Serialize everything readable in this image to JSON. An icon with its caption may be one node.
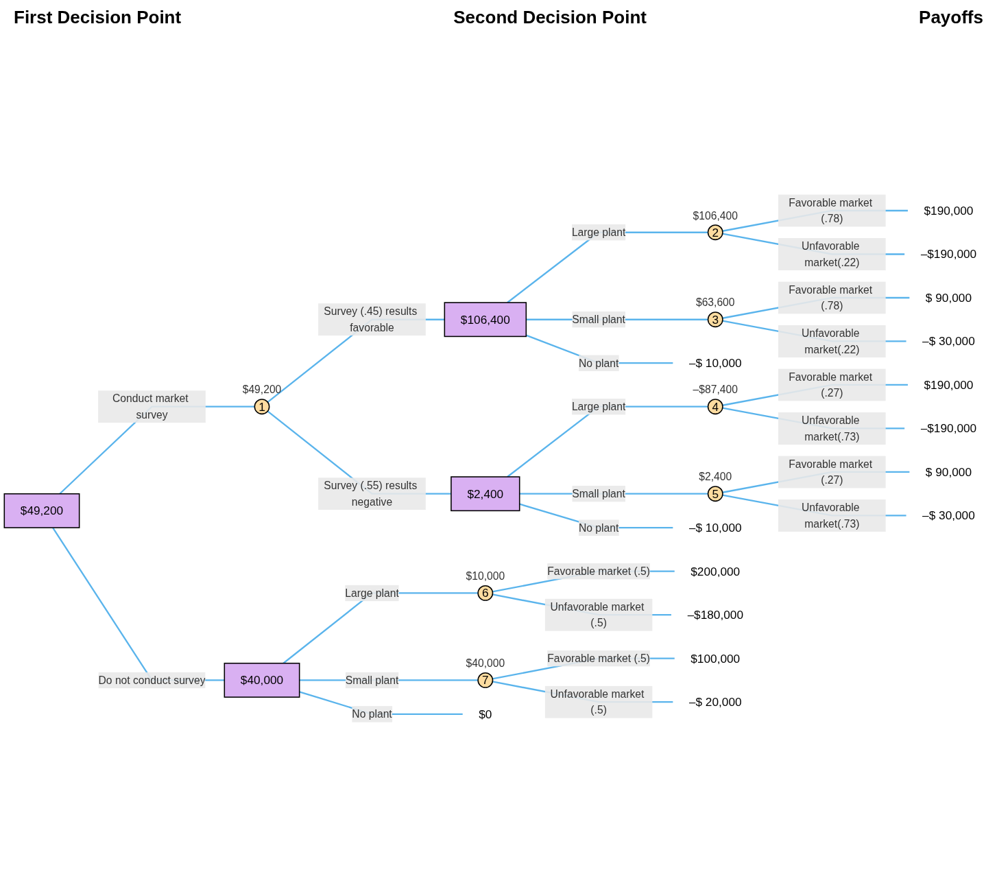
{
  "diagram": {
    "nodes": [
      {
        "text": [
          "$49,200"
        ]
      },
      {
        "text": [
          "1"
        ],
        "beside": [
          "$49,200"
        ]
      },
      {
        "text": [
          "$106,400"
        ]
      },
      {
        "text": [
          "$2,400"
        ]
      },
      {
        "text": [
          "$40,000"
        ]
      },
      {
        "text": [
          "2"
        ],
        "beside": [
          "$106,400"
        ]
      },
      {
        "text": [
          "3"
        ],
        "beside": [
          "$63,600"
        ]
      },
      {
        "text": [
          "4"
        ],
        "beside": [
          "–$87,400"
        ]
      },
      {
        "text": [
          "5"
        ],
        "beside": [
          "$2,400"
        ]
      },
      {
        "text": [
          "6"
        ],
        "beside": [
          "$10,000"
        ]
      },
      {
        "text": [
          "7"
        ],
        "beside": [
          "$40,000"
        ]
      },
      {
        "text": [
          "$190,000"
        ]
      },
      {
        "text": [
          "–$190,000"
        ]
      },
      {
        "text": [
          "$ 90,000"
        ]
      },
      {
        "text": [
          "–$ 30,000"
        ]
      },
      {
        "text": [
          "–$ 10,000"
        ]
      },
      {
        "text": [
          "$190,000"
        ]
      },
      {
        "text": [
          "–$190,000"
        ]
      },
      {
        "text": [
          "$ 90,000"
        ]
      },
      {
        "text": [
          "–$ 30,000"
        ]
      },
      {
        "text": [
          "–$ 10,000"
        ]
      },
      {
        "text": [
          "$200,000"
        ]
      },
      {
        "text": [
          "–$180,000"
        ]
      },
      {
        "text": [
          "$100,000"
        ]
      },
      {
        "text": [
          "–$ 20,000"
        ]
      },
      {
        "text": [
          "$0"
        ]
      }
    ],
    "edges": [
      {
        "from": 0,
        "to": 1,
        "arrow": "none",
        "label": "Conduct market survey"
      },
      {
        "from": 0,
        "to": 4,
        "arrow": "none",
        "label": "Do not conduct survey"
      },
      {
        "from": 1,
        "to": 2,
        "arrow": "none",
        "label": "Survey (.45) results favorable"
      },
      {
        "from": 1,
        "to": 3,
        "arrow": "none",
        "label": "Survey (.55) results negative"
      },
      {
        "from": 2,
        "to": 5,
        "arrow": "none",
        "label": "Large plant"
      },
      {
        "from": 2,
        "to": 6,
        "arrow": "none",
        "label": "Small plant"
      },
      {
        "from": 2,
        "to": 15,
        "arrow": "none",
        "label": "No plant"
      },
      {
        "from": 5,
        "to": 11,
        "arrow": "none",
        "label": "Favorable market (.78)"
      },
      {
        "from": 5,
        "to": 12,
        "arrow": "none",
        "label": "Unfavorable market(.22)"
      },
      {
        "from": 6,
        "to": 13,
        "arrow": "none",
        "label": "Favorable market (.78)"
      },
      {
        "from": 6,
        "to": 14,
        "arrow": "none",
        "label": "Unfavorable market(.22)"
      },
      {
        "from": 3,
        "to": 7,
        "arrow": "none",
        "label": "Large plant"
      },
      {
        "from": 3,
        "to": 8,
        "arrow": "none",
        "label": "Small plant"
      },
      {
        "from": 3,
        "to": 20,
        "arrow": "none",
        "label": "No plant"
      },
      {
        "from": 7,
        "to": 16,
        "arrow": "none",
        "label": "Favorable market (.27)"
      },
      {
        "from": 7,
        "to": 17,
        "arrow": "none",
        "label": "Unfavorable market(.73)"
      },
      {
        "from": 8,
        "to": 18,
        "arrow": "none",
        "label": "Favorable market (.27)"
      },
      {
        "from": 8,
        "to": 19,
        "arrow": "none",
        "label": "Unfavorable market(.73)"
      },
      {
        "from": 4,
        "to": 9,
        "arrow": "none",
        "label": "Large plant"
      },
      {
        "from": 4,
        "to": 10,
        "arrow": "none",
        "label": "Small plant"
      },
      {
        "from": 4,
        "to": 25,
        "arrow": "none",
        "label": "No plant"
      },
      {
        "from": 9,
        "to": 21,
        "arrow": "none",
        "label": "Favorable market (.5)"
      },
      {
        "from": 9,
        "to": 22,
        "arrow": "none",
        "label": "Unfavorable market (.5)"
      },
      {
        "from": 10,
        "to": 23,
        "arrow": "none",
        "label": "Favorable market (.5)"
      },
      {
        "from": 10,
        "to": 24,
        "arrow": "none",
        "label": "Unfavorable market (.5)"
      }
    ],
    "labels": [
      "First Decision Point",
      "Second Decision Point",
      "Payoffs"
    ]
  }
}
